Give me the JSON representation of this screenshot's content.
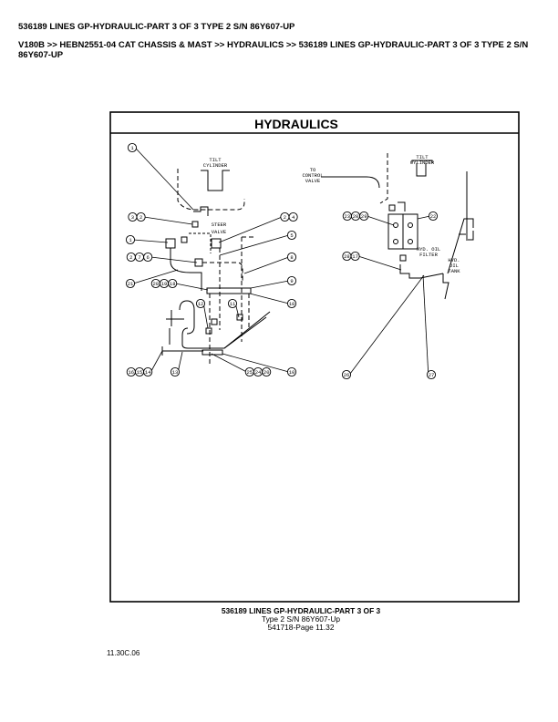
{
  "header": {
    "title": "536189 LINES GP-HYDRAULIC-PART 3 OF 3 TYPE 2 S/N 86Y607-UP",
    "breadcrumb": "V180B >> HEBN2551-04 CAT CHASSIS & MAST >> HYDRAULICS >> 536189 LINES GP-HYDRAULIC-PART 3 OF 3 TYPE 2 S/N 86Y607-UP"
  },
  "diagram": {
    "title": "HYDRAULICS",
    "labels": {
      "tilt_cylinder_left": [
        "TILT",
        "CYLINDER"
      ],
      "steer_valve": [
        "STEER",
        "VALVE"
      ],
      "to_control_valve": [
        "TO",
        "CONTROL",
        "VALVE"
      ],
      "tilt_cylinder_right": [
        "TILT",
        "CYLINDER"
      ],
      "hyd_oil_filter": [
        "HYD. OIL",
        "FILTER"
      ],
      "hyd_oil_tank": [
        "HYD.",
        "OIL",
        "TANK"
      ]
    },
    "callouts": [
      [
        "1"
      ],
      [
        "3",
        "2"
      ],
      [
        "2",
        "4"
      ],
      [
        "1"
      ],
      [
        "5"
      ],
      [
        "2",
        "7",
        "6"
      ],
      [
        "8"
      ],
      [
        "21"
      ],
      [
        "20",
        "19",
        "18"
      ],
      [
        "9"
      ],
      [
        "10"
      ],
      [
        "12"
      ],
      [
        "11"
      ],
      [
        "16",
        "15",
        "14"
      ],
      [
        "13"
      ],
      [
        "25",
        "24",
        "20"
      ],
      [
        "10"
      ],
      [
        "23",
        "20",
        "29"
      ],
      [
        "22"
      ],
      [
        "28",
        "17"
      ],
      [
        "26"
      ],
      [
        "27"
      ]
    ]
  },
  "caption": {
    "line1": "536189 LINES GP-HYDRAULIC-PART 3 OF 3",
    "line2": "Type 2 S/N 86Y607-Up",
    "line3": "541718-Page 11.32"
  },
  "page_code": "11.30C.06"
}
